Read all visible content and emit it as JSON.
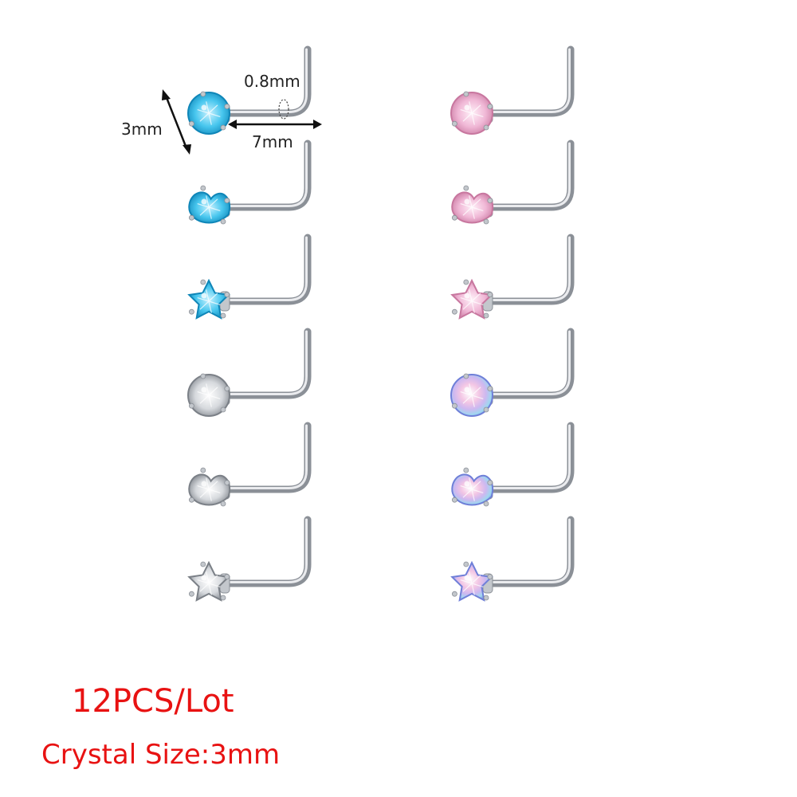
{
  "product": {
    "title": "12PCS/Lot",
    "crystal_size_label": "Crystal Size:3mm",
    "caption_color": "#e81212"
  },
  "dimensions": {
    "gauge": "0.8mm",
    "crystal_diameter": "3mm",
    "post_length": "7mm"
  },
  "studs": [
    {
      "column": "left",
      "shape": "round",
      "color": "aqua"
    },
    {
      "column": "left",
      "shape": "heart",
      "color": "aqua"
    },
    {
      "column": "left",
      "shape": "star",
      "color": "aqua"
    },
    {
      "column": "left",
      "shape": "round",
      "color": "clear"
    },
    {
      "column": "left",
      "shape": "heart",
      "color": "clear"
    },
    {
      "column": "left",
      "shape": "star",
      "color": "clear"
    },
    {
      "column": "right",
      "shape": "round",
      "color": "pink"
    },
    {
      "column": "right",
      "shape": "heart",
      "color": "pink"
    },
    {
      "column": "right",
      "shape": "star",
      "color": "pink"
    },
    {
      "column": "right",
      "shape": "round",
      "color": "aurora"
    },
    {
      "column": "right",
      "shape": "heart",
      "color": "aurora"
    },
    {
      "column": "right",
      "shape": "star",
      "color": "aurora"
    }
  ],
  "palette": {
    "aqua": {
      "light": "#c8f2ff",
      "mid": "#47c6ee",
      "dark": "#0f86b8"
    },
    "pink": {
      "light": "#fff0f8",
      "mid": "#f0b8d6",
      "dark": "#c8779f"
    },
    "clear": {
      "light": "#ffffff",
      "mid": "#d6d9dd",
      "dark": "#7b8087"
    },
    "aurora": {
      "light": "#ffffff",
      "mid": "#cdb8f0",
      "dark": "#6f7fd8"
    },
    "metal": {
      "light": "#f4f5f7",
      "mid": "#c3c7cc",
      "dark": "#8b9097"
    }
  }
}
